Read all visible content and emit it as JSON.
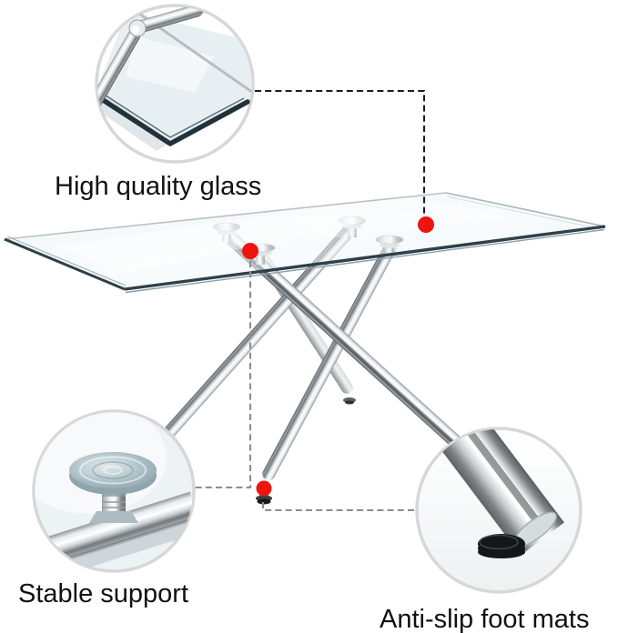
{
  "callouts": {
    "glass": {
      "label": "High quality glass",
      "marker": "red-dot"
    },
    "support": {
      "label": "Stable support",
      "marker": "red-dot"
    },
    "feet": {
      "label": "Anti-slip foot mats",
      "marker": "red-dot"
    }
  },
  "colors": {
    "background": "#ffffff",
    "text": "#111111",
    "marker_red": "#ee1510",
    "leader_dark": "#1d1d1d",
    "leader_gray": "#8d8d8d",
    "circle_border": "#d7d7d7",
    "glass_edge": "#30404a",
    "chrome_mid": "#aeb4b7",
    "foot_pad_black": "#141617"
  }
}
